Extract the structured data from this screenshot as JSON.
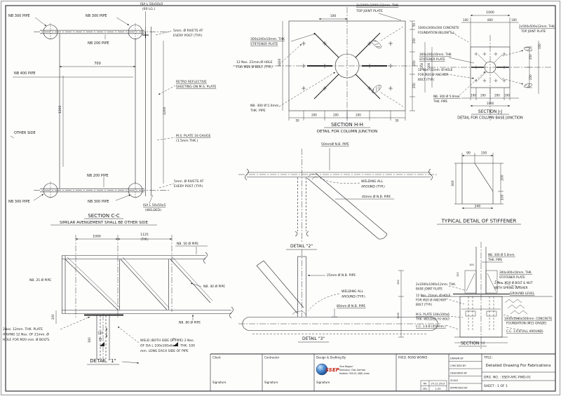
{
  "cc": {
    "nb300": "NB 300 PIPE",
    "nb200": "NB 200 PIPE",
    "nb400": "NB 400 PIPE",
    "isa_top1": "ISA L 50x50x5",
    "isa_top2": "(60 LG.)",
    "isa_bot1": "ISA L 50x50x5",
    "isa_bot2": "(WELDED)",
    "other": "OTHER SIDE",
    "d700": "700",
    "d1200": "1200",
    "title": "SECTION C-C",
    "sub": "SIMILAR AVENGEMENT SHALL BE OTHER SIDE"
  },
  "mn": {
    "riv1": "5mm. Ø RIVETS AT",
    "riv2": "EVERY POST (TYP.)",
    "ret1": "RETRO REFLECTIVE",
    "ret2": "SHEETING ON M.S. PLATE",
    "pl1": "M.S. PLATE 16 GAUGE",
    "pl2": "(1.5mm THK.)"
  },
  "hh": {
    "tp1": "2x1000x1000x12mm. THK",
    "tp2": "TOP JOINT PLATE",
    "st1": "300x240x10mm. THK",
    "st2": "STIFFENER PLATE",
    "h1": "12 Nos. 21mm.Ø HOLE",
    "h2": "FOR M20 Ø BOLT (TYP.)",
    "p1": "NB. 300 Ø 5.0mm.",
    "p2": "THK. PIPE",
    "d100": "100",
    "d1000": "1000",
    "d50": "50",
    "d250": "250",
    "d200": "200",
    "title": "SECTION H-H",
    "sub": "DETAIL FOR COLUMN JUNCTION"
  },
  "jj": {
    "c1": "1000x1000x500 CONCRETE",
    "c2": "FOUNDATION BELOW G.L.",
    "tp1": "2x500x500x12mm. THK.",
    "tp2": "TOP JOINT PLATE",
    "st1": "300x240x10mm. THK",
    "st2": "STIFFENER PLATE",
    "h1": "12 Nos. 21mm. Ø HOLE",
    "h2": "FOR M20 Ø ANCHOR",
    "h3": "BOLT (TYP.)",
    "p1": "NB. 300 Ø 5.0mm.",
    "p2": "THK. PIPE",
    "d1000": "1000",
    "d1200": "1200",
    "d100": "100",
    "d800": "800",
    "d200": "200",
    "d250": "250",
    "d150": "150",
    "title": "SECTION J-J",
    "sub": "DETAIL FOR COLUMN BASE JUNCTION"
  },
  "st": {
    "d90": "90",
    "d150": "150",
    "d300": "300",
    "d200": "200",
    "d100": "100",
    "d240": "240",
    "title": "TYPICAL DETAIL OF STIFFENER"
  },
  "d2": {
    "p50": "50mmØ N.B. PIPE",
    "w1": "WELDING ALL",
    "w2": "AROUND (TYP.)",
    "p40": "40mm Ø N.B. PIPE",
    "title": "DETAIL \"2\""
  },
  "d3": {
    "p25": "25mm Ø N.B. PIPE",
    "w1": "WELDING ALL",
    "w2": "AROUND (TYP.)",
    "p80": "80mm Ø N.B. PIPE",
    "title": "DETAIL \"3\""
  },
  "d1": {
    "d1000": "1000",
    "d1125": "1125",
    "typ": "(TYP.)",
    "nb50": "NB. 50 Ø PIPE",
    "nb25": "NB. 25 Ø PIPE",
    "nb40": "NB. 40 Ø PIPE",
    "nb80": "NB. 80 Ø PIPE",
    "d150": "150",
    "d200": "200",
    "d300": "300",
    "h": "H",
    "nl1": "2Nos. 12mm. THK. PLATE",
    "nl2": "HAVING 12 Nos. OF 21mm. Ø",
    "nl3": "HOLE FOR M20 mm. Ø BOLTS.",
    "nr1": "WELD (BOTH SIDE OF PIPE) 2 Nos.",
    "nr2": "OF ISA L 100x100x6mm. THK. 100",
    "nr3": "mm. LONG EACH SIDE OF PIPE",
    "title": "DETAIL \"1\""
  },
  "ii": {
    "p1": "NB. 300 Ø 5.0mm.",
    "p2": "THK. PIPE",
    "st1": "300x300x10mm. THK.",
    "st2": "STIFFENER PLATE",
    "b1": "2 Nos. M20 Ø BOLT & NUT",
    "b2": "WITH SPRING WASHER",
    "bj1": "2x1000x1000x12mm. THK.",
    "bj2": "BASE JOINT PLATE",
    "a1": "12 Nos. 21mm. Ø HOLE",
    "a2": "FOR M20 Ø ANCHOR",
    "a3": "BOLT (TYP.)",
    "m1": "M.S. PLATE 100x100x6",
    "m2": "THK. WELDED TO BOLT",
    "cc1": "C.C. 1:4:8 (450mm.)",
    "gl": "GROUND LEVEL",
    "f1": "1000x1000x500mm. CONCRETE",
    "f2": "FOUNDATION (M15 GRADE)",
    "cc2": "C.C. 1:4:8 (ALL AROUND)",
    "d100": "100",
    "d150": "150",
    "d300": "300",
    "d1000": "1000",
    "title": "SECTION I-I"
  },
  "tb": {
    "client": "Client",
    "contractor": "Contractor",
    "design": "Design & Drafting By",
    "sig": "Signature",
    "logo": "SSEP",
    "a1": "Viva Nagpur",
    "a2": "Kamalpur, Dist-Garhwa",
    "a3": "Kolkata 700101 (WB) India",
    "project": "P.W.D. ROAD WORKS",
    "r1": "DRAWN BY",
    "r2": "CHECKED BY",
    "r3": "DESIGNED BY",
    "r4": "SCALE",
    "r5": "APPROVED BY",
    "by": "RA",
    "date": "24.12.2013",
    "by2": "CRL",
    "scale": "1:25",
    "title_lbl": "TITLE :",
    "title": "Detailed Drawing For Fabrications",
    "drg": "DRG. NO. : SSEP-ARC-PWD-01",
    "sheet": "SHEET : 1 OF 1"
  }
}
